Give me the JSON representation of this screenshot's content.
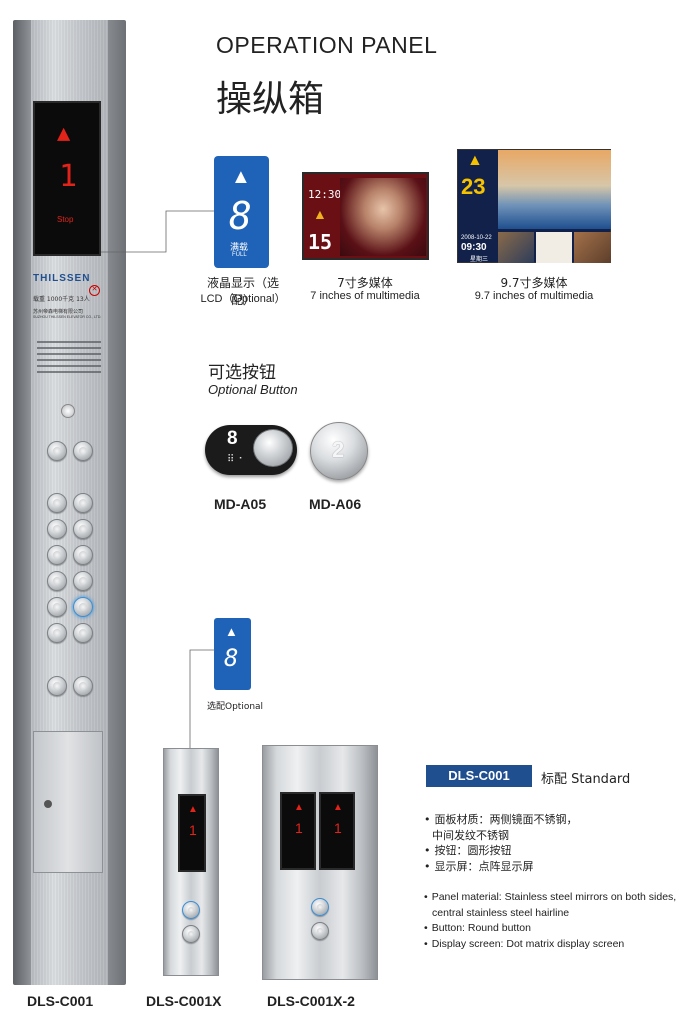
{
  "header": {
    "title_en": "OPERATION PANEL",
    "title_cn": "操纵箱"
  },
  "main_panel": {
    "brand": "THILSSEN",
    "capacity": "载重  1000千克  13人",
    "company_cn": "苏州帝森电梯有限公司",
    "company_en": "SUZHOU THILSSEN ELEVATOR CO., LTD.",
    "display_floor": "1",
    "display_status": "Stop"
  },
  "displays": [
    {
      "cn": "液晶显示（选配）",
      "en": "LCD（Optional）",
      "floor": "8",
      "full_label": "满载",
      "full_en": "FULL"
    },
    {
      "cn": "7寸多媒体",
      "en": "7 inches of multimedia",
      "time": "12:30",
      "floor": "15"
    },
    {
      "cn": "9.7寸多媒体",
      "en": "9.7 inches of multimedia",
      "floor": "23",
      "date": "2008-10-22",
      "time": "09:30",
      "weekday": "星期三"
    }
  ],
  "optional_buttons": {
    "title_cn": "可选按钮",
    "title_en": "Optional Button",
    "items": [
      {
        "model": "MD-A05",
        "number": "8"
      },
      {
        "model": "MD-A06",
        "number": "2"
      }
    ]
  },
  "optional_lcd": {
    "label": "选配Optional",
    "floor": "8"
  },
  "model_labels": [
    "DLS-C001",
    "DLS-C001X",
    "DLS-C001X-2"
  ],
  "spec": {
    "model": "DLS-C001",
    "standard": "标配 Standard",
    "cn": [
      "面板材质：两侧镜面不锈钢，",
      "中间发纹不锈钢",
      "按钮：圆形按钮",
      "显示屏：点阵显示屏"
    ],
    "en": [
      "Panel material:  Stainless steel mirrors on both sides,",
      "central stainless steel hairline",
      "Button:  Round button",
      "Display screen:  Dot matrix display screen"
    ]
  },
  "colors": {
    "accent_blue": "#1f4f8f",
    "lcd_blue": "#1e63b8",
    "display_red": "#e2231a"
  }
}
